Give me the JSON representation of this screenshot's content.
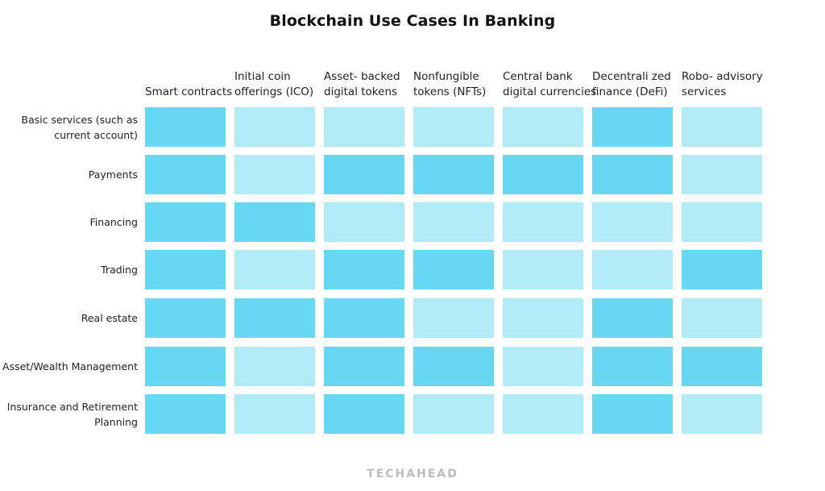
{
  "chart_data": {
    "type": "heatmap",
    "title": "Blockchain Use Cases In Banking",
    "columns": [
      "Smart contracts",
      "Initial coin offerings (ICO)",
      "Asset- backed digital tokens",
      "Nonfungible tokens (NFTs)",
      "Central bank digital currencies",
      "Decentrali zed finance (DeFi)",
      "Robo- advisory services"
    ],
    "rows": [
      "Basic services (such as current account)",
      "Payments",
      "Financing",
      "Trading",
      "Real estate",
      "Asset/Wealth Management",
      "Insurance and Retirement Planning"
    ],
    "levels": [
      "low",
      "high"
    ],
    "colors": {
      "high": "#66d8f4",
      "low": "#b2ebf8"
    },
    "values": [
      [
        1,
        0,
        0,
        0,
        0,
        1,
        0
      ],
      [
        1,
        0,
        1,
        1,
        1,
        1,
        0
      ],
      [
        1,
        1,
        0,
        0,
        0,
        0,
        0
      ],
      [
        1,
        0,
        1,
        1,
        0,
        0,
        1
      ],
      [
        1,
        1,
        1,
        0,
        0,
        1,
        0
      ],
      [
        1,
        0,
        1,
        1,
        0,
        1,
        1
      ],
      [
        1,
        0,
        1,
        0,
        0,
        1,
        0
      ]
    ]
  },
  "footer": {
    "brand": "TECHAHEAD"
  }
}
